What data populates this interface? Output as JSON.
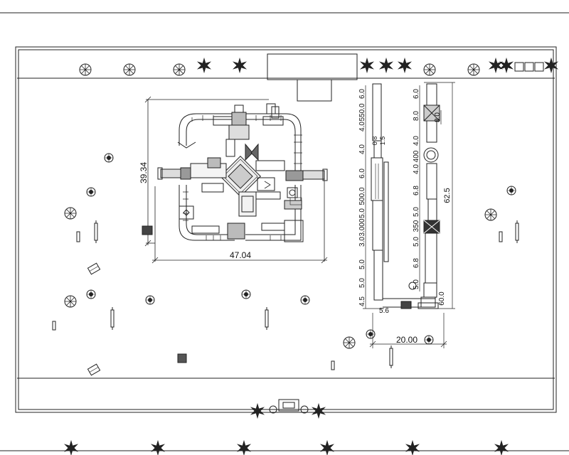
{
  "drawing": {
    "left_structure": {
      "height_dim": "39.34",
      "width_dim": "47.04"
    },
    "right_structure": {
      "left_column_dims": [
        "6.0",
        "4.0",
        "550.0",
        "4.0",
        "6.0",
        "500.0",
        "5.0",
        "3.0",
        "3.000",
        "5.0",
        "5.0",
        "4.5"
      ],
      "small_dims": [
        "0.8",
        "1.5",
        "5.6"
      ],
      "right_column_dims": [
        "6.0",
        "8.0",
        "4.0",
        "400",
        "4.0",
        "6.8",
        "5.0",
        "350",
        "5.0",
        "6.8",
        "5.0",
        "60.0"
      ],
      "side_dims": [
        "8.0",
        "62.5"
      ],
      "bottom_dim": "20.00"
    }
  }
}
